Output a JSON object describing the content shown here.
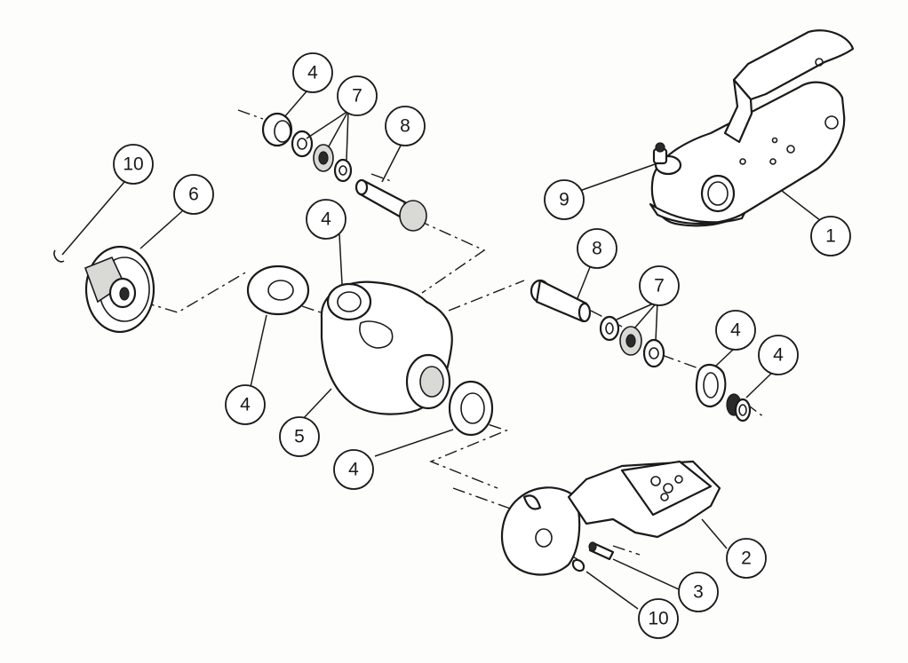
{
  "callouts": [
    {
      "id": "c10a",
      "label": "10"
    },
    {
      "id": "c6",
      "label": "6"
    },
    {
      "id": "c4a",
      "label": "4"
    },
    {
      "id": "c7a",
      "label": "7"
    },
    {
      "id": "c8a",
      "label": "8"
    },
    {
      "id": "c4b",
      "label": "4"
    },
    {
      "id": "c9",
      "label": "9"
    },
    {
      "id": "c1",
      "label": "1"
    },
    {
      "id": "c4c",
      "label": "4"
    },
    {
      "id": "c5",
      "label": "5"
    },
    {
      "id": "c4d",
      "label": "4"
    },
    {
      "id": "c8b",
      "label": "8"
    },
    {
      "id": "c7b",
      "label": "7"
    },
    {
      "id": "c4e",
      "label": "4"
    },
    {
      "id": "c4f",
      "label": "4"
    },
    {
      "id": "c2",
      "label": "2"
    },
    {
      "id": "c3",
      "label": "3"
    },
    {
      "id": "c10b",
      "label": "10"
    }
  ],
  "colors": {
    "line": "#1a1a1a",
    "paper": "#fdfdfb"
  }
}
